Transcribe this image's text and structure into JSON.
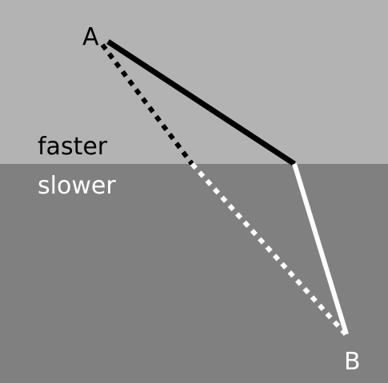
{
  "labels": {
    "point_a": "A",
    "point_b": "B",
    "upper_region": "faster",
    "lower_region": "slower"
  },
  "colors": {
    "upper_region": "#b3b3b3",
    "lower_region": "#808080",
    "upper_path": "#000000",
    "lower_path": "#ffffff",
    "upper_text": "#000000",
    "lower_text": "#ffffff"
  }
}
